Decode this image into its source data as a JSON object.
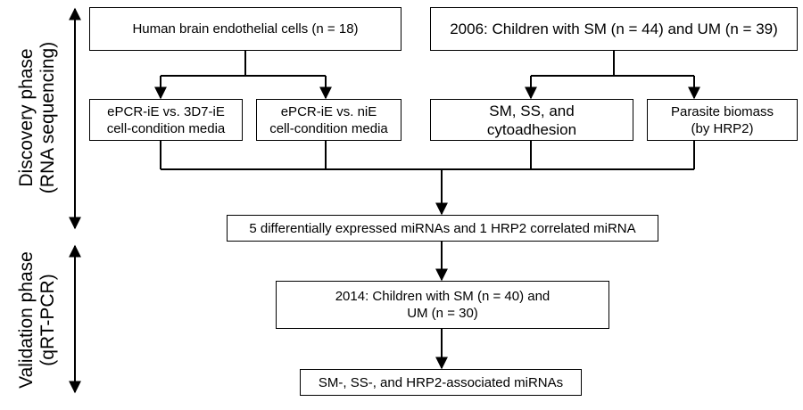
{
  "phases": {
    "discovery": {
      "line1": "Discovery phase",
      "line2": "(RNA sequencing)"
    },
    "validation": {
      "line1": "Validation phase",
      "line2": "(qRT-PCR)"
    }
  },
  "boxes": {
    "hbec": {
      "line1": "Human brain endothelial cells (n = 18)"
    },
    "cohort2006": {
      "line1": "2006: Children with SM (n = 44) and UM (n =  39)"
    },
    "epcr3d7": {
      "line1": "ePCR-iE vs. 3D7-iE",
      "line2": "cell-condition media"
    },
    "epcrnie": {
      "line1": "ePCR-iE vs. niE",
      "line2": "cell-condition media"
    },
    "smss": {
      "line1": "SM, SS, and",
      "line2": "cytoadhesion"
    },
    "biomass": {
      "line1": "Parasite biomass",
      "line2": "(by HRP2)"
    },
    "mirnas5": {
      "line1": "5 differentially expressed miRNAs and 1 HRP2 correlated miRNA"
    },
    "cohort2014": {
      "line1": "2014: Children with SM (n = 40) and",
      "line2": "UM (n = 30)"
    },
    "final": {
      "line1": "SM-, SS-, and HRP2-associated miRNAs"
    }
  }
}
